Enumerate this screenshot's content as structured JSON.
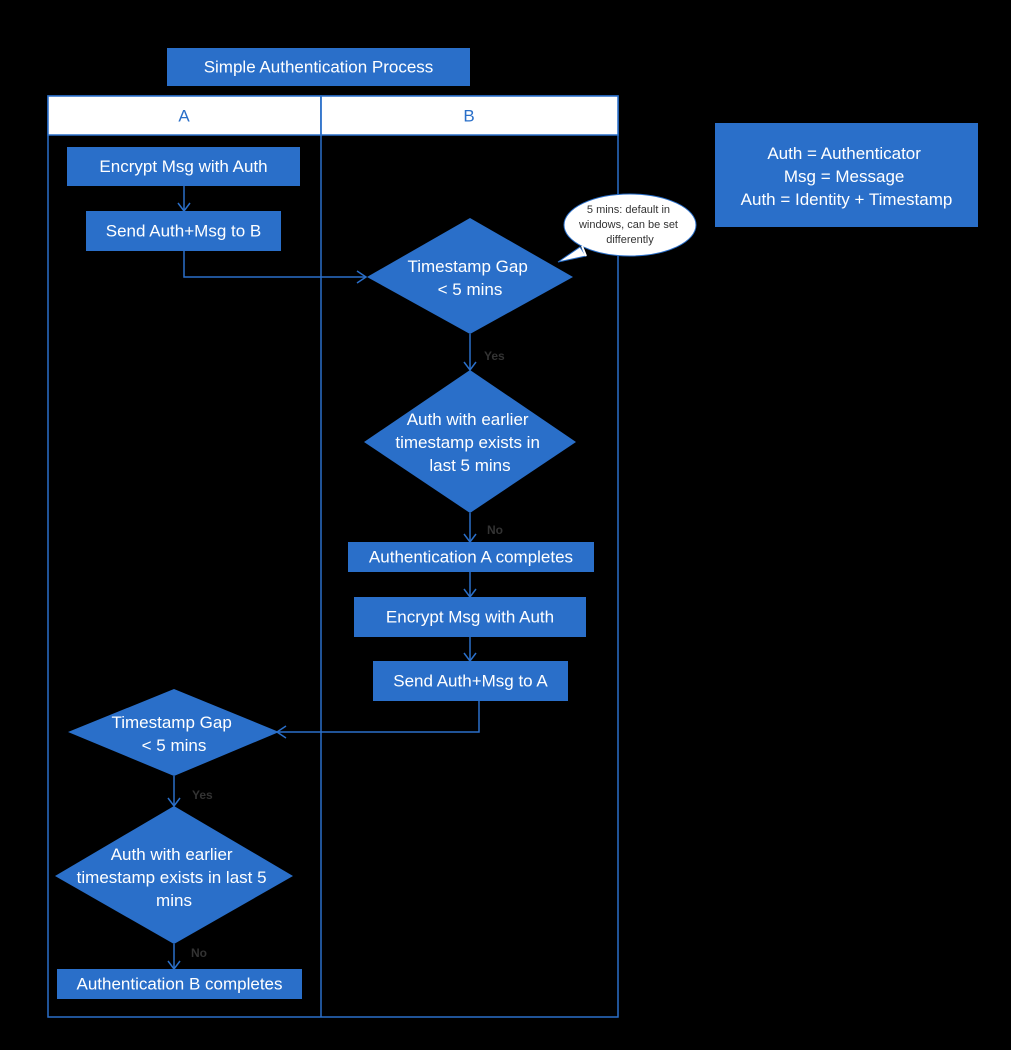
{
  "title": "Simple Authentication Process",
  "lanes": {
    "a": "A",
    "b": "B"
  },
  "nodes": {
    "a_encrypt": "Encrypt Msg with Auth",
    "a_send": "Send Auth+Msg to B",
    "b_gap": [
      "Timestamp Gap",
      "< 5 mins"
    ],
    "b_exists": [
      "Auth with earlier",
      "timestamp exists in",
      "last 5 mins"
    ],
    "b_complete": "Authentication A completes",
    "b_encrypt": "Encrypt Msg with Auth",
    "b_send": "Send Auth+Msg to A",
    "a_gap": [
      "Timestamp Gap",
      "< 5 mins"
    ],
    "a_exists": [
      "Auth with earlier",
      "timestamp exists in last 5",
      "mins"
    ],
    "a_complete": "Authentication B completes"
  },
  "edge_labels": {
    "b_yes": "Yes",
    "b_no": "No",
    "a_yes": "Yes",
    "a_no": "No"
  },
  "callout": [
    "5 mins: default in",
    "windows, can be set",
    "differently"
  ],
  "legend": [
    "Auth = Authenticator",
    "Msg = Message",
    "Auth = Identity + Timestamp"
  ],
  "colors": {
    "background": "#000000",
    "node_fill": "#2a6fc9",
    "node_text": "#ffffff",
    "lane_header_fill": "#ffffff",
    "lane_line": "#2a6fc9",
    "callout_fill": "#ffffff",
    "edge_label": "#333333"
  }
}
